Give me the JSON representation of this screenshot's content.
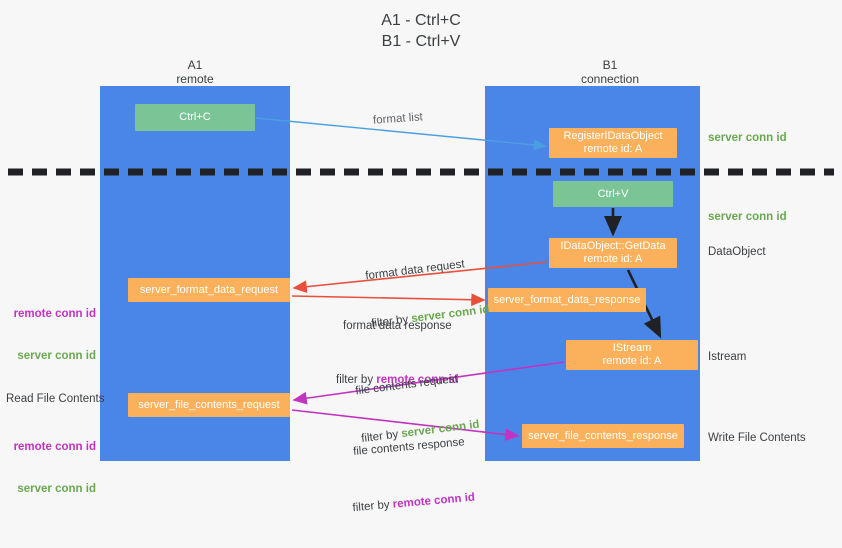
{
  "title": "A1 - Ctrl+C\nB1 - Ctrl+V",
  "columns": {
    "left": {
      "name": "A1",
      "role": "remote",
      "header": "A1\nremote"
    },
    "right": {
      "name": "B1",
      "role": "connection",
      "header": "B1\nconnection"
    }
  },
  "colors": {
    "lane": "#4a86e8",
    "green_box": "#7bc496",
    "orange_box": "#fbb15c",
    "server_conn_id": "#6aa84f",
    "remote_conn_id": "#c233c2",
    "divider": "#202124",
    "arrow_format_list": "#4a9fe0",
    "arrow_format_data": "#e8503a",
    "arrow_file_contents": "#c233c2",
    "arrow_black": "#202124",
    "background": "#f7f7f7"
  },
  "boxes": {
    "ctrl_c": {
      "label": "Ctrl+C",
      "color": "green"
    },
    "ctrl_v": {
      "label": "Ctrl+V",
      "color": "green"
    },
    "register_idataobject": {
      "line1": "RegisterIDataObject",
      "line2": "remote id: A",
      "color": "orange"
    },
    "idataobject_getdata": {
      "line1": "IDataObject::GetData",
      "line2": "remote id: A",
      "color": "orange"
    },
    "istream": {
      "line1": "IStream",
      "line2": "remote id: A",
      "color": "orange"
    },
    "server_format_data_request": {
      "label": "server_format_data_request",
      "color": "orange"
    },
    "server_format_data_response": {
      "label": "server_format_data_response",
      "color": "orange"
    },
    "server_file_contents_request": {
      "label": "server_file_contents_request",
      "color": "orange"
    },
    "server_file_contents_response": {
      "label": "server_file_contents_response",
      "color": "orange"
    }
  },
  "flows": {
    "format_list": {
      "label": "format list"
    },
    "format_data_request": {
      "label": "format data request",
      "filter_prefix": "filter by ",
      "filter_key": "server conn id"
    },
    "format_data_response": {
      "label": "format data response",
      "filter_prefix": "filter by ",
      "filter_key": "remote conn id"
    },
    "file_contents_request": {
      "label": "file contents request",
      "filter_prefix": "filter by ",
      "filter_key": "server conn id"
    },
    "file_contents_response": {
      "label": "file contents response",
      "filter_prefix": "filter by ",
      "filter_key": "remote conn id"
    }
  },
  "annotations": {
    "right": {
      "server_conn_id_top": "server conn id",
      "server_conn_id_mid": "server conn id",
      "dataobject": "DataObject",
      "istream": "Istream",
      "write_file_contents": "Write File Contents"
    },
    "left": {
      "remote_conn_id_1": "remote conn id",
      "server_conn_id_1": "server conn id",
      "read_file_contents": "Read File Contents",
      "remote_conn_id_2": "remote conn id",
      "server_conn_id_2": "server conn id"
    }
  }
}
